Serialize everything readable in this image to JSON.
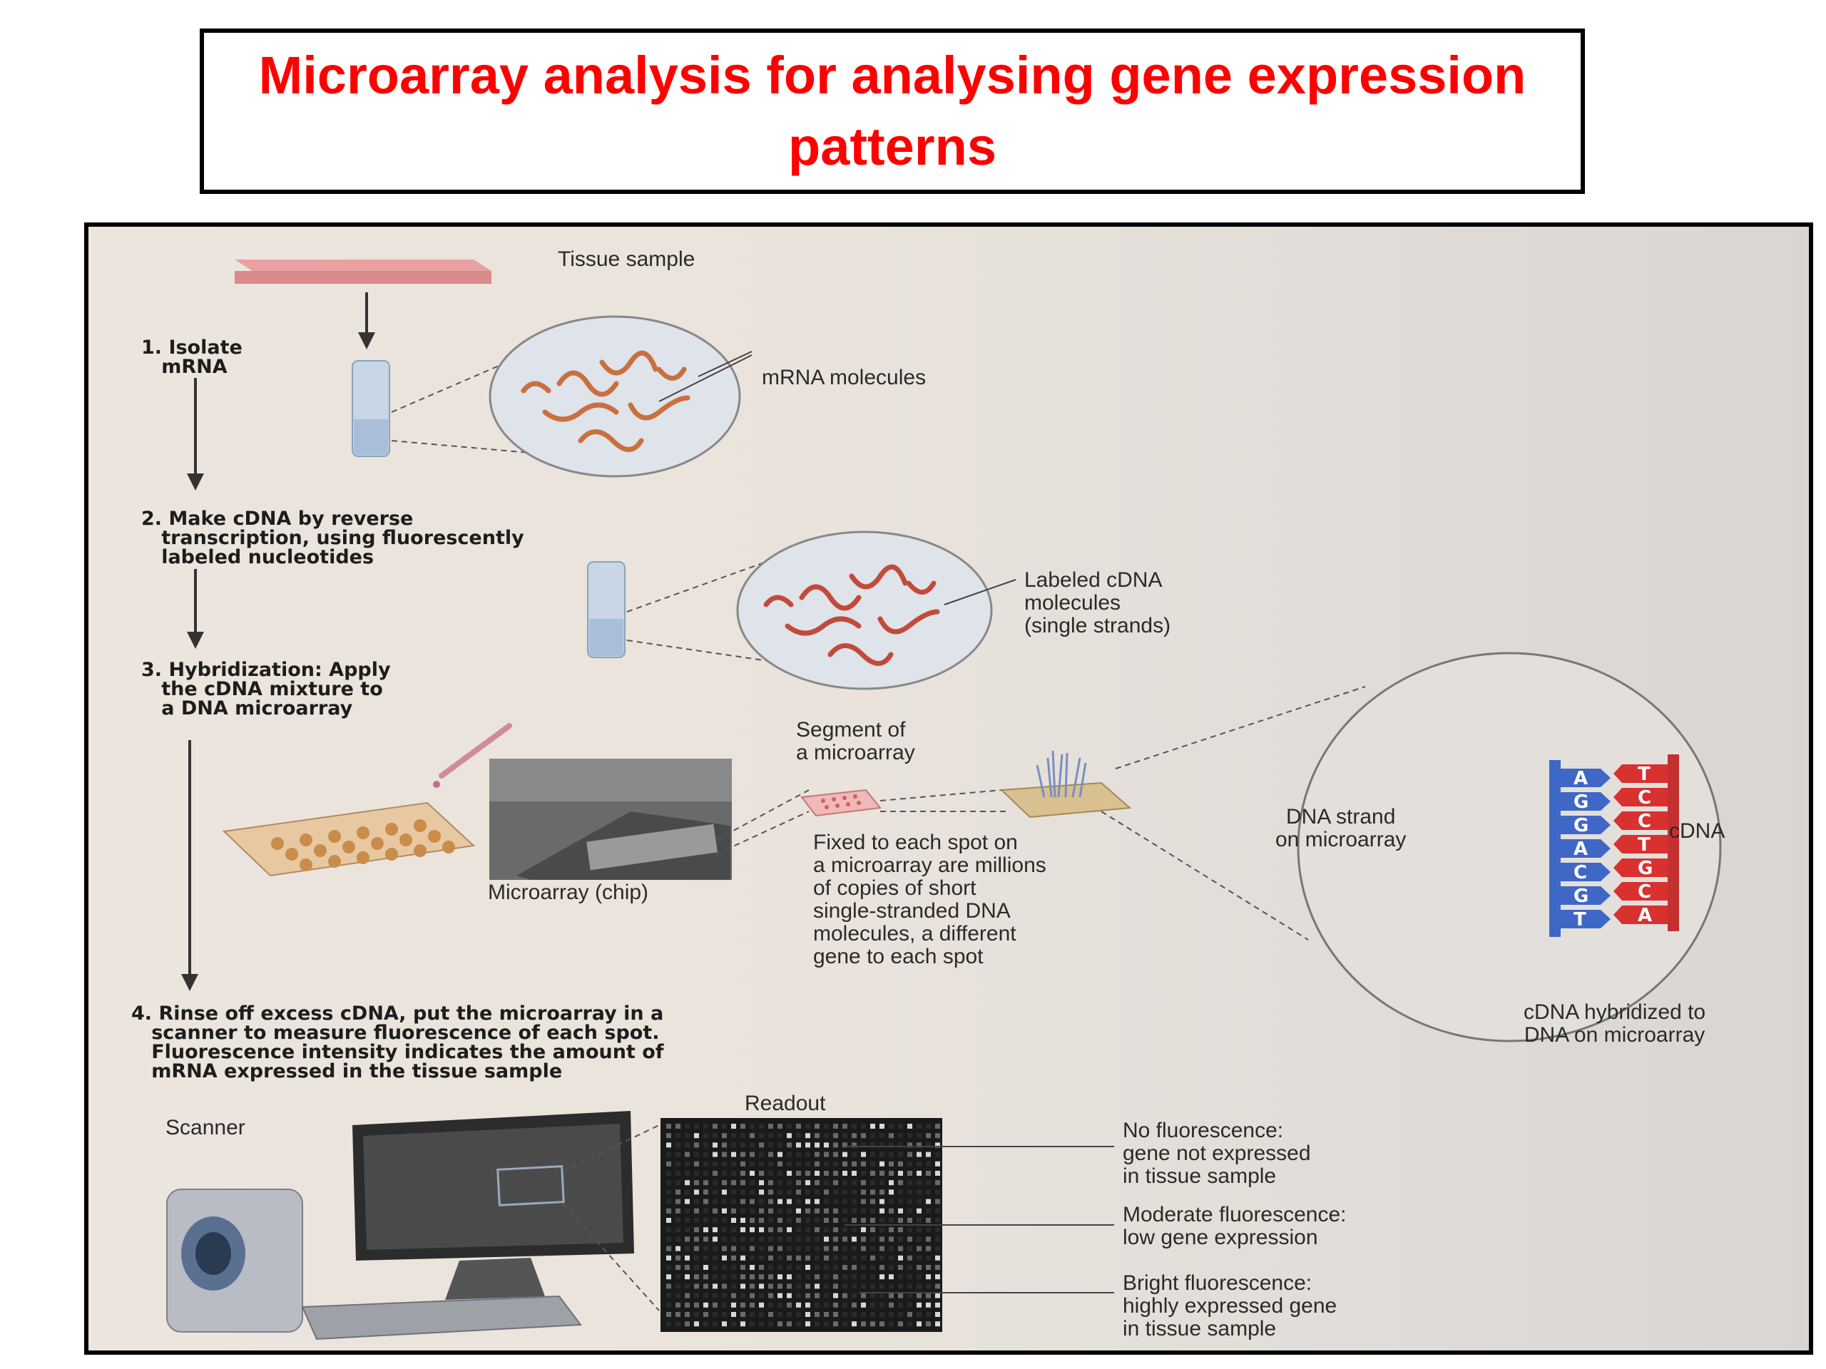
{
  "title": "Microarray analysis for analysing gene expression patterns",
  "labels": {
    "tissue_sample": "Tissue sample",
    "mrna_molecules": "mRNA molecules",
    "labeled_cdna": "Labeled cDNA\nmolecules\n(single strands)",
    "segment": "Segment of\na microarray",
    "microarray_chip": "Microarray (chip)",
    "fixed_spot": "Fixed to each spot on\na microarray are millions\nof copies of short\nsingle-stranded DNA\nmolecules, a different\ngene to each spot",
    "dna_strand": "DNA strand\non microarray",
    "cdna": "cDNA",
    "cdna_hybridized": "cDNA hybridized to\nDNA on microarray",
    "scanner": "Scanner",
    "readout": "Readout",
    "no_fluorescence": "No fluorescence:\ngene not expressed\nin tissue sample",
    "moderate_fluorescence": "Moderate fluorescence:\nlow gene expression",
    "bright_fluorescence": "Bright fluorescence:\nhighly expressed gene\nin tissue sample"
  },
  "steps": {
    "step1": "1. Isolate\n   mRNA",
    "step2": "2. Make cDNA by reverse\n   transcription, using fluorescently\n   labeled nucleotides",
    "step3": "3. Hybridization: Apply\n   the cDNA mixture to\n   a DNA microarray",
    "step4": "4. Rinse off excess cDNA, put the microarray in a\n   scanner to measure fluorescence of each spot.\n   Fluorescence intensity indicates the amount of\n   mRNA expressed in the tissue sample"
  },
  "base_pairs": [
    {
      "dna": "A",
      "cdna": "T"
    },
    {
      "dna": "G",
      "cdna": "C"
    },
    {
      "dna": "G",
      "cdna": "C"
    },
    {
      "dna": "A",
      "cdna": "T"
    },
    {
      "dna": "C",
      "cdna": "G"
    },
    {
      "dna": "G",
      "cdna": "C"
    },
    {
      "dna": "T",
      "cdna": "A"
    }
  ],
  "colors": {
    "title": "#ff0000",
    "dna_strand": "#3f67c6",
    "cdna_strand": "#d93030",
    "molecule": "#c9703f"
  }
}
